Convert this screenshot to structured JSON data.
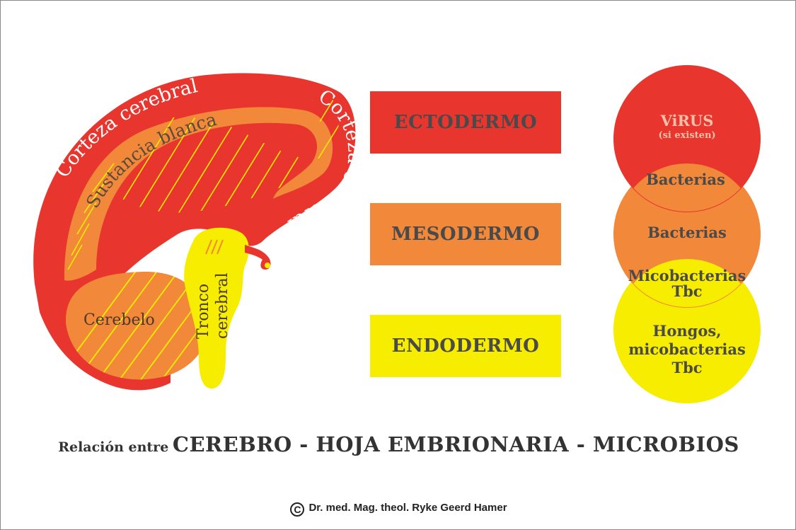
{
  "brain": {
    "corteza_left": "Corteza cerebral",
    "corteza_right": "Corteza cerebral",
    "sustancia_blanca": "Sustancia blanca",
    "cerebelo": "Cerebelo",
    "tronco_line1": "Tronco",
    "tronco_line2": "cerebral"
  },
  "germ_layers": [
    {
      "label": "ECTODERMO",
      "color": "#e8362e"
    },
    {
      "label": "MESODERMO",
      "color": "#f2883a"
    },
    {
      "label": "ENDODERMO",
      "color": "#f7ed00"
    }
  ],
  "microbes": {
    "virus": "ViRUS",
    "virus_note": "(si existen)",
    "bacterias_top": "Bacterias",
    "bacterias_mid": "Bacterias",
    "micobacterias_line1": "Micobacterias",
    "micobacterias_line2": "Tbc",
    "hongos_line1": "Hongos,",
    "hongos_line2": "micobacterias",
    "hongos_line3": "Tbc"
  },
  "caption": {
    "prefix": "Relación entre",
    "main": "CEREBRO - HOJA EMBRIONARIA - MICROBIOS"
  },
  "credit": {
    "symbol": "C",
    "text": "Dr. med. Mag. theol. Ryke Geerd Hamer"
  },
  "colors": {
    "red": "#e8362e",
    "orange": "#f2883a",
    "yellow": "#f7ed00",
    "text_dark": "#4a4a4a"
  }
}
